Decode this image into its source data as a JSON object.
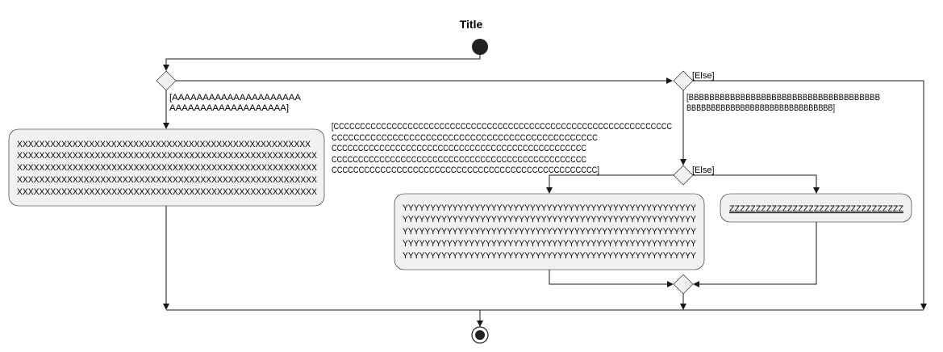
{
  "diagram": {
    "title": "Title",
    "guard_a": [
      "[AAAAAAAAAAAAAAAAAAAAA",
      "AAAAAAAAAAAAAAAAAAA]"
    ],
    "else_label_1": "[Else]",
    "guard_b": [
      "[BBBBBBBBBBBBBBBBBBBBBBBBBBBBBBBBBBBBB",
      "BBBBBBBBBBBBBBBBBBBBBBBBBBBBBB]"
    ],
    "guard_c": [
      "[CCCCCCCCCCCCCCCCCCCCCCCCCCCCCCCCCCCCCCCCCCCCCCCCCCCCCCCCCCCCCCCC",
      "CCCCCCCCCCCCCCCCCCCCCCCCCCCCCCCCCCCCCCCCCCCCCCCC",
      "CCCCCCCCCCCCCCCCCCCCCCCCCCCCCCCCCCCCCCCCCCCCCCCC",
      "CCCCCCCCCCCCCCCCCCCCCCCCCCCCCCCCCCCCCCCCCCCCCCCC",
      "CCCCCCCCCCCCCCCCCCCCCCCCCCCCCCCCCCCCCCCCCCCCCCCCC]"
    ],
    "else_label_2": "[Else]",
    "activity_x": [
      "XXXXXXXXXXXXXXXXXXXXXXXXXXXXXXXXXXXXXXXXXXXXXXXXXXXXX",
      "XXXXXXXXXXXXXXXXXXXXXXXXXXXXXXXXXXXXXXXXXXXXXXXXXXXXXX",
      "XXXXXXXXXXXXXXXXXXXXXXXXXXXXXXXXXXXXXXXXXXXXXXXXXXXXXX",
      "XXXXXXXXXXXXXXXXXXXXXXXXXXXXXXXXXXXXXXXXXXXXXXXXXXXXXX",
      "XXXXXXXXXXXXXXXXXXXXXXXXXXXXXXXXXXXXXXXXXXXXXXXXXXXXXX"
    ],
    "activity_y": [
      "YYYYYYYYYYYYYYYYYYYYYYYYYYYYYYYYYYYYYYYYYYYYYYYYYYYYY",
      "YYYYYYYYYYYYYYYYYYYYYYYYYYYYYYYYYYYYYYYYYYYYYYYYYYYYY",
      "YYYYYYYYYYYYYYYYYYYYYYYYYYYYYYYYYYYYYYYYYYYYYYYYYYYYY",
      "YYYYYYYYYYYYYYYYYYYYYYYYYYYYYYYYYYYYYYYYYYYYYYYYYYYYY",
      "YYYYYYYYYYYYYYYYYYYYYYYYYYYYYYYYYYYYYYYYYYYYYYYYYYYYY"
    ],
    "activity_z": "ZZZZZZZZZZZZZZZZZZZZZZZZZZZZZZZZZ",
    "colors": {
      "node_fill": "#F1F1F1",
      "line": "#181818",
      "start": "#222222"
    }
  }
}
